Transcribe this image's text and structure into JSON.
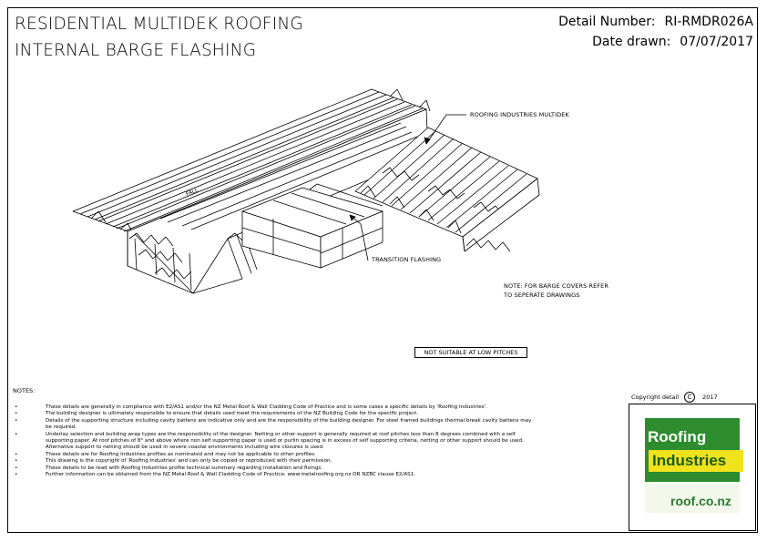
{
  "header": {
    "title_line1": "RESIDENTIAL MULTIDEK ROOFING",
    "title_line2": "INTERNAL BARGE FLASHING",
    "detail_number_label": "Detail Number:",
    "detail_number_value": "RI-RMDR026A",
    "date_drawn_label": "Date drawn:",
    "date_drawn_value": "07/07/2017"
  },
  "drawing": {
    "callout_multidek": "ROOFING INDUSTRIES MULTIDEK",
    "callout_transition": "TRANSITION FLASHING",
    "fall_label": "FALL",
    "note_line1": "NOTE: FOR BARGE COVERS REFER",
    "note_line2": "TO SEPERATE DRAWINGS",
    "pitch_warning": "NOT SUITABLE AT LOW PITCHES"
  },
  "notes": {
    "heading": "NOTES:",
    "bullet": "•",
    "items": [
      "These details are generally in compliance with E2/AS1 and/or the NZ Metal Roof & Wall Cladding Code of Practice and is some cases a specific details by 'Roofing Industries'.",
      "The building designer is ultimately responsible to ensure that details used meet the requirements of the NZ Building Code for the specific project.",
      "Details of the supporting structure including cavity battens are indicative only and are the responsibility of the building designer. For steel framed buildings thermal break cavity battens may be required.",
      "Underlay selection and building wrap types are the responsibility of the designer. Netting or other support is generally required at roof pitches less than 8 degrees combined with a self supporting paper. At roof pitches of 8° and above where non self supporting paper is used or purlin spacing is in excess of self supporting criteria, netting or other support should be used. Alternative support to netting should be used in severe coastal environments including wire closures is used.",
      "These details are for Roofing Industries profiles as nominated and may not be applicable to other profiles.",
      "This drawing is the copyright of 'Roofing Industries' and can only be copied or reproduced with their permission.",
      "These details to be read with Roofing Industries profile technical summary regarding installation and fixings.",
      "Further information can be obtained from the NZ Metal Roof & Wall Cladding Code of Practice: www.metalroofing.org.nz OR NZBC clause E2/AS1."
    ]
  },
  "footer": {
    "copyright_label": "Copyright detail",
    "copyright_symbol": "C",
    "copyright_year": "2017",
    "logo_word1": "Roofing",
    "logo_word2": "Industries",
    "logo_url": "roof.co.nz"
  },
  "colors": {
    "line": "#000000",
    "logo_green": "#2c8c2e",
    "logo_yellow": "#f0e21c",
    "logo_dark_green": "#1a5c1c"
  }
}
